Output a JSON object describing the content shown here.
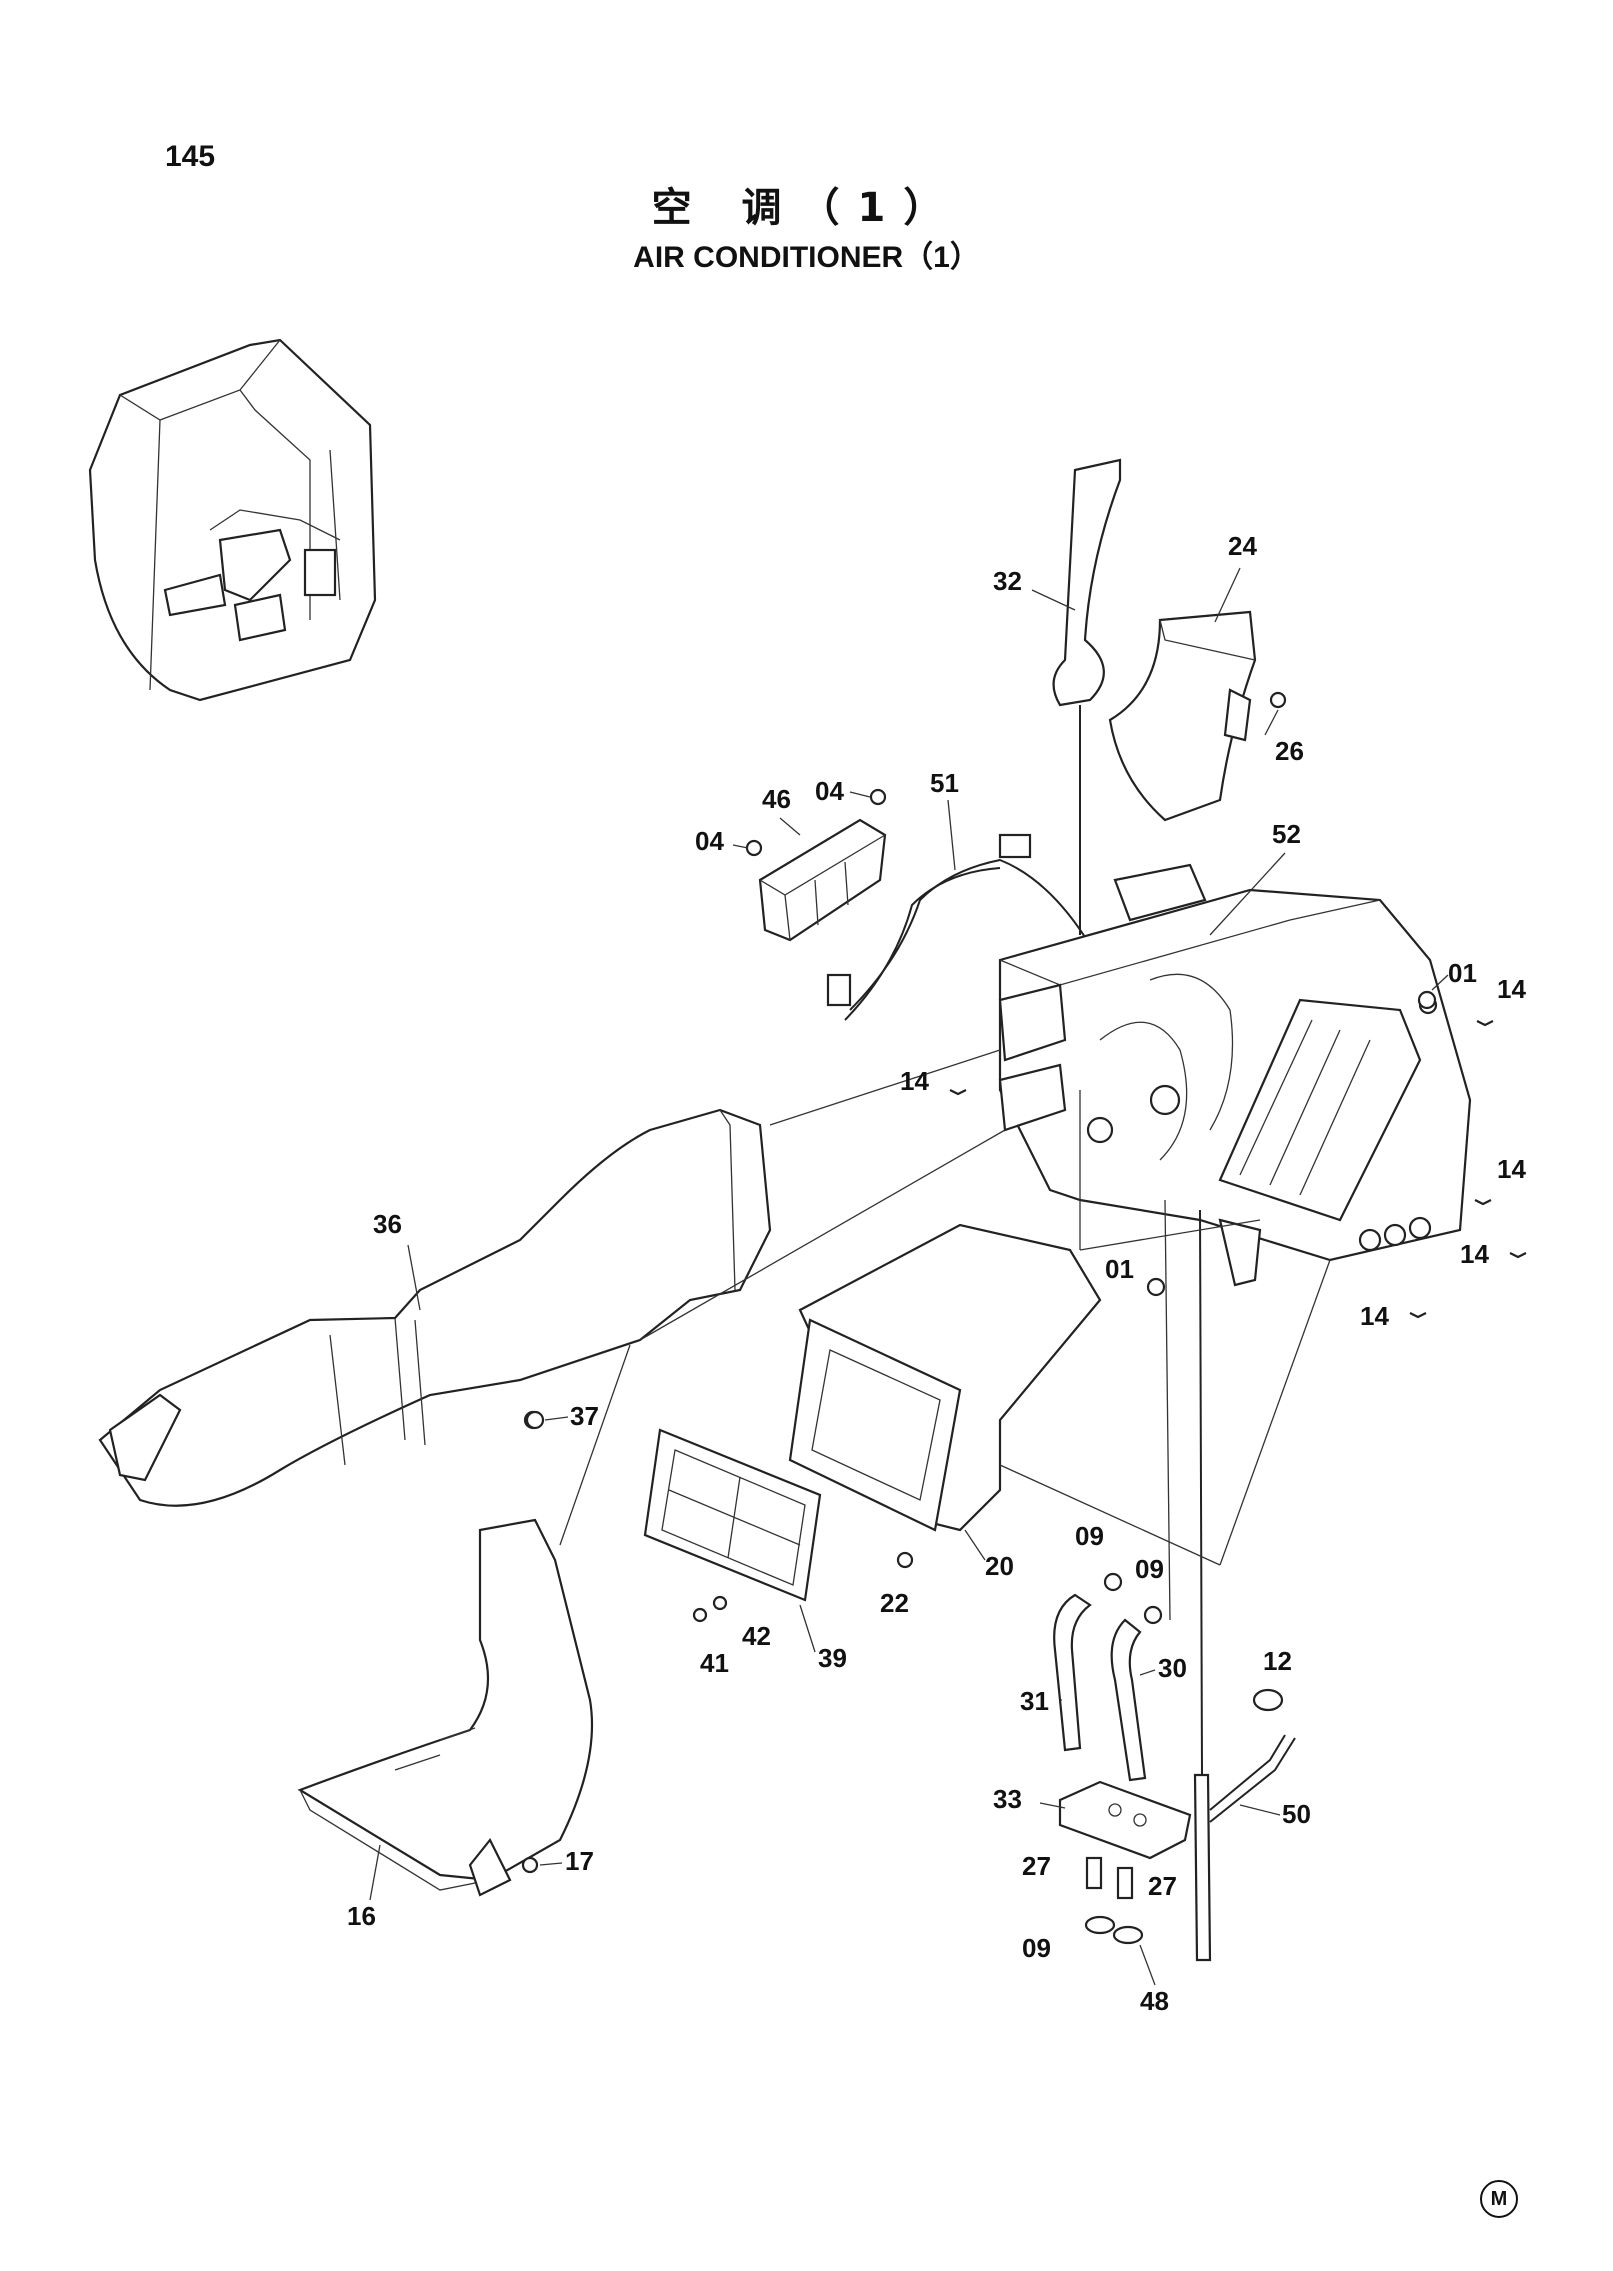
{
  "page": {
    "number": "145",
    "title_cn": "空 调（1）",
    "title_en": "AIR CONDITIONER（1）",
    "mark": "M"
  },
  "callouts": {
    "c01a": "01",
    "c01b": "01",
    "c04a": "04",
    "c04b": "04",
    "c09a": "09",
    "c09b": "09",
    "c09c": "09",
    "c12": "12",
    "c14a": "14",
    "c14b": "14",
    "c14c": "14",
    "c14d": "14",
    "c14e": "14",
    "c16": "16",
    "c17": "17",
    "c20": "20",
    "c22": "22",
    "c24": "24",
    "c26": "26",
    "c27a": "27",
    "c27b": "27",
    "c30": "30",
    "c31": "31",
    "c32": "32",
    "c33": "33",
    "c36": "36",
    "c37": "37",
    "c39": "39",
    "c41": "41",
    "c42": "42",
    "c46": "46",
    "c48": "48",
    "c50": "50",
    "c51": "51",
    "c52": "52"
  }
}
